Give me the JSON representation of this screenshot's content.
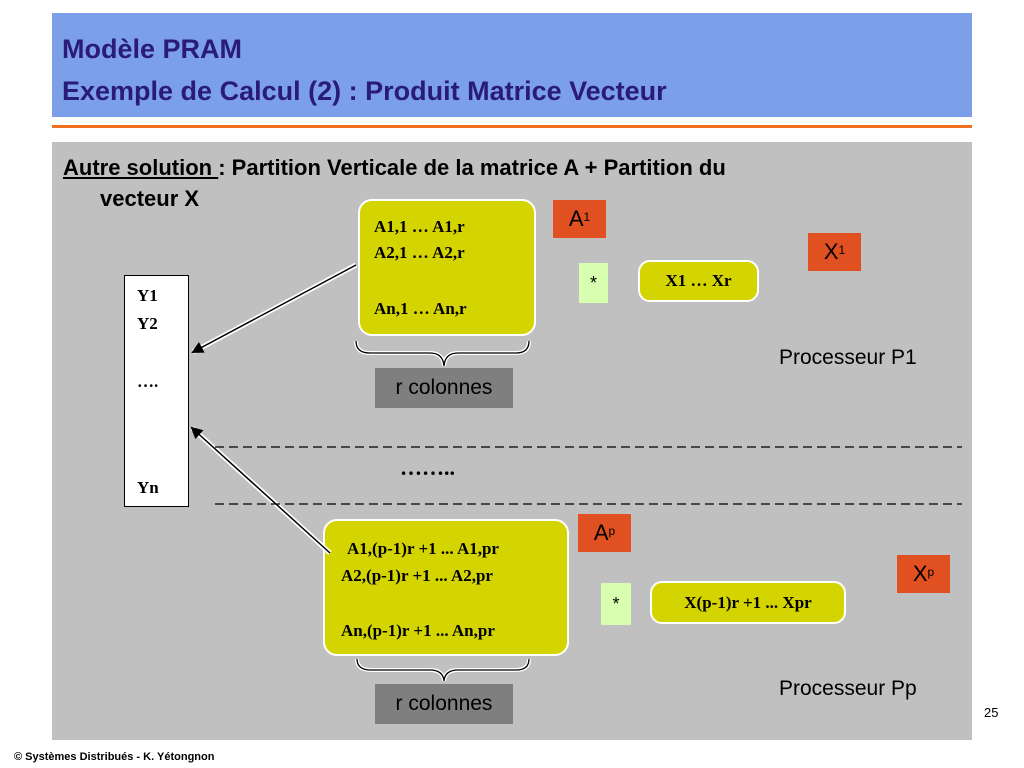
{
  "title": {
    "line1": "Modèle PRAM",
    "line2": "Exemple de Calcul (2) : Produit Matrice Vecteur"
  },
  "subtitle": {
    "underlined": "Autre solution ",
    "rest": ": Partition Verticale de la matrice A + Partition du",
    "line2": "vecteur X"
  },
  "y_vector": [
    "Y1",
    "Y2",
    "….",
    "Yn"
  ],
  "p1": {
    "matrix_rows": [
      "A1,1 … A1,r",
      "A2,1 … A2,r",
      "An,1 … An,r"
    ],
    "a_label": "A",
    "a_sup": "1",
    "x_label": "X",
    "x_sup": "1",
    "star": "*",
    "vector": "X1 … Xr",
    "columns": "r colonnes",
    "processor": "Processeur P1"
  },
  "separator": "……..",
  "pp": {
    "matrix_rows": [
      "A1,(p-1)r +1 ... A1,pr",
      "A2,(p-1)r +1 ... A2,pr",
      "An,(p-1)r +1 ... An,pr"
    ],
    "a_label": "A",
    "a_sup": "p",
    "x_label": "X",
    "x_sup": "p",
    "star": "*",
    "vector": "X(p-1)r +1 ... Xpr",
    "columns": "r colonnes",
    "processor": "Processeur Pp"
  },
  "page_number": "25",
  "footer": "© Systèmes Distribués - K. Yétongnon",
  "colors": {
    "title_bg": "#7b9fe8",
    "title_text": "#2a1a7a",
    "accent_line": "#f07020",
    "content_bg": "#c0c0c0",
    "matrix_fill": "#d4d400",
    "label_red": "#e05020",
    "star_fill": "#d8ffb0",
    "columns_gray": "#7f7f7f"
  }
}
